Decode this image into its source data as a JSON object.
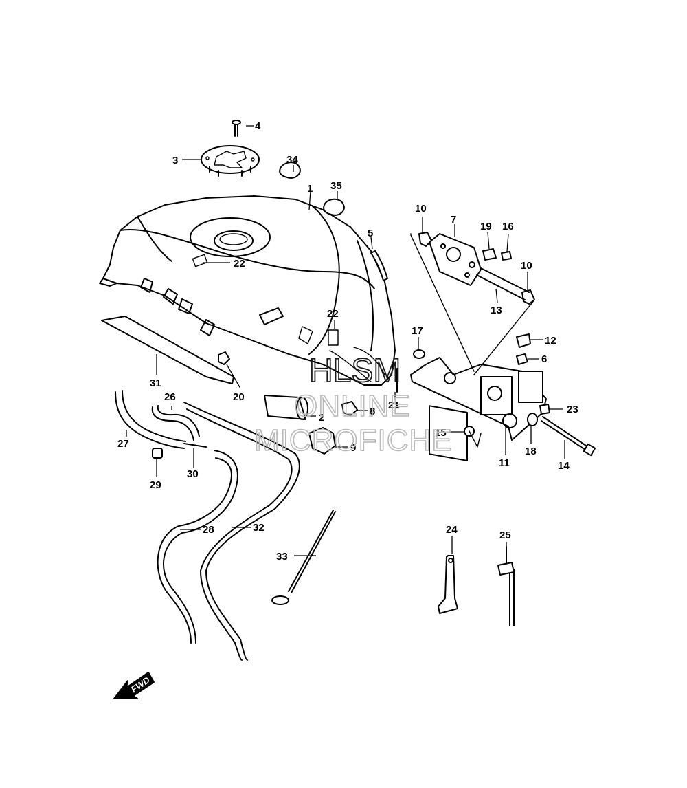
{
  "callouts": {
    "c1": "1",
    "c2": "2",
    "c3": "3",
    "c4": "4",
    "c5": "5",
    "c6": "6",
    "c7": "7",
    "c8": "8",
    "c9": "9",
    "c10a": "10",
    "c10b": "10",
    "c11": "11",
    "c12": "12",
    "c13": "13",
    "c14": "14",
    "c15": "15",
    "c16": "16",
    "c17": "17",
    "c18": "18",
    "c19": "19",
    "c20": "20",
    "c21": "21",
    "c22a": "22",
    "c22b": "22",
    "c23": "23",
    "c24": "24",
    "c25": "25",
    "c26": "26",
    "c27": "27",
    "c28": "28",
    "c29": "29",
    "c30": "30",
    "c31": "31",
    "c32": "32",
    "c33": "33",
    "c34": "34",
    "c35": "35"
  },
  "watermark": {
    "line1": "HLSM",
    "line2": "ONLINE",
    "line3": "MICROFICHE"
  },
  "direction_indicator": {
    "label": "FWD"
  }
}
